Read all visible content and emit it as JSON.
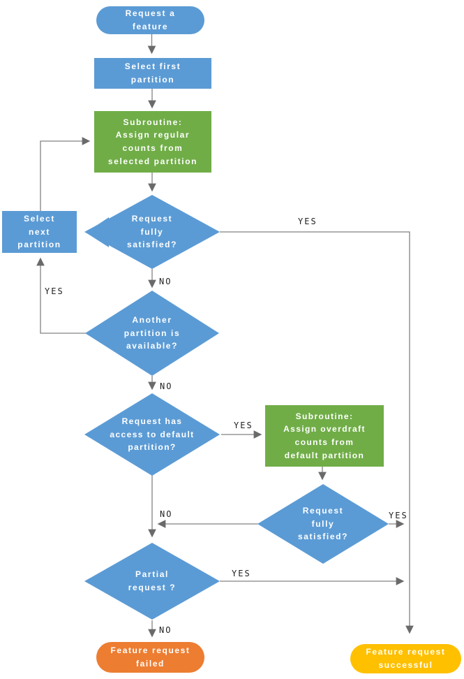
{
  "title": "Feature request flowchart",
  "colors": {
    "blue": "#5b9bd5",
    "green": "#70ad47",
    "orange": "#ed7d31",
    "yellow": "#ffc000",
    "line": "#828282",
    "arrow": "#6a6a6a",
    "label_text": "#222222"
  },
  "nodes": {
    "start": {
      "type": "terminator",
      "label": "Request a\nfeature"
    },
    "select_first": {
      "type": "process",
      "label": "Select first\npartition"
    },
    "sub_regular": {
      "type": "subroutine",
      "label": "Subroutine:\nAssign regular\ncounts from\nselected partition"
    },
    "d1": {
      "type": "decision",
      "label": "Request\nfully\nsatisfied?"
    },
    "select_next": {
      "type": "process",
      "label": "Select\nnext\npartition"
    },
    "d2": {
      "type": "decision",
      "label": "Another\npartition is\navailable?"
    },
    "d3": {
      "type": "decision",
      "label": "Request has\naccess to default\npartition?"
    },
    "sub_overdraft": {
      "type": "subroutine",
      "label": "Subroutine:\nAssign overdraft\ncounts from\ndefault partition"
    },
    "d4": {
      "type": "decision",
      "label": "Request\nfully\nsatisfied?"
    },
    "d5": {
      "type": "decision",
      "label": "Partial\nrequest ?"
    },
    "failed": {
      "type": "terminator",
      "label": "Feature request\nfailed"
    },
    "successful": {
      "type": "terminator",
      "label": "Feature request\nsuccessful"
    }
  },
  "edge_labels": {
    "d1_yes": "YES",
    "d1_no": "NO",
    "d2_yes": "YES",
    "d2_no": "NO",
    "d3_yes": "YES",
    "d4_no": "NO",
    "d4_yes": "YES",
    "d5_yes": "YES",
    "d5_no": "NO"
  }
}
